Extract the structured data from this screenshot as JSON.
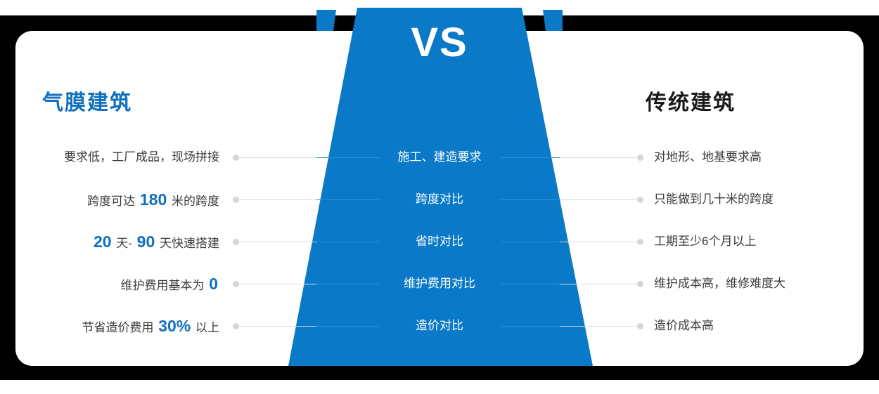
{
  "colors": {
    "brand_blue": "#0A79C7",
    "heading_blue": "#1070C0",
    "heading_dark": "#1A1A1A",
    "body_text": "#3C3C3C",
    "connector_grey": "#DCDCDC",
    "dot_grey": "#D6D6D6",
    "backdrop_black": "#000000",
    "card_white": "#FFFFFF"
  },
  "badge": {
    "label": "VS"
  },
  "headings": {
    "left": "气膜建筑",
    "right": "传统建筑"
  },
  "rows": [
    {
      "center": "施工、建造要求",
      "left_parts": [
        {
          "text": "要求低，工厂成品，现场拼接",
          "emphasis": false
        }
      ],
      "right": "对地形、地基要求高"
    },
    {
      "center": "跨度对比",
      "left_parts": [
        {
          "text": "跨度可达 ",
          "emphasis": false
        },
        {
          "text": "180",
          "emphasis": true
        },
        {
          "text": " 米的跨度",
          "emphasis": false
        }
      ],
      "right": "只能做到几十米的跨度"
    },
    {
      "center": "省时对比",
      "left_parts": [
        {
          "text": "20",
          "emphasis": true
        },
        {
          "text": " 天- ",
          "emphasis": false
        },
        {
          "text": "90",
          "emphasis": true
        },
        {
          "text": " 天快速搭建",
          "emphasis": false
        }
      ],
      "right": "工期至少6个月以上"
    },
    {
      "center": "维护费用对比",
      "left_parts": [
        {
          "text": "维护费用基本为 ",
          "emphasis": false
        },
        {
          "text": "0",
          "emphasis": true
        }
      ],
      "right": "维护成本高，维修难度大"
    },
    {
      "center": "造价对比",
      "left_parts": [
        {
          "text": "节省造价费用 ",
          "emphasis": false
        },
        {
          "text": "30%",
          "emphasis": true
        },
        {
          "text": " 以上",
          "emphasis": false
        }
      ],
      "right": "造价成本高"
    }
  ]
}
